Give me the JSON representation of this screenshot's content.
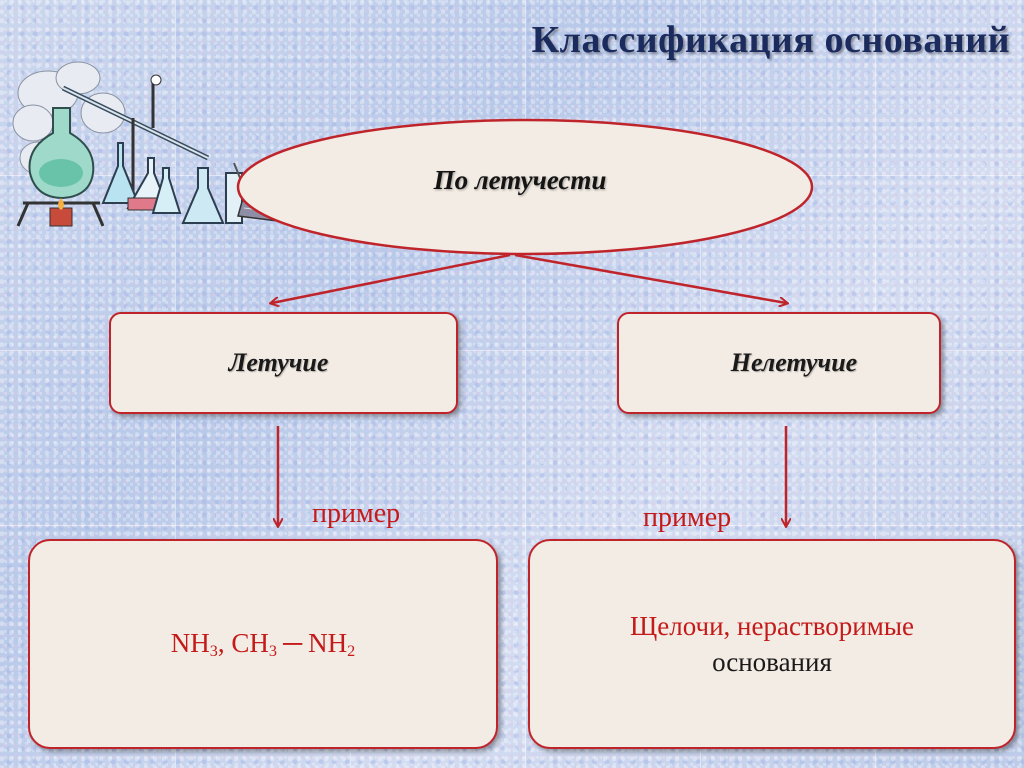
{
  "title": "Классификация  оснований",
  "root": {
    "label": "По летучести"
  },
  "categories": [
    {
      "label": "Летучие"
    },
    {
      "label": "Нелетучие"
    }
  ],
  "example_label": "пример",
  "examples": {
    "volatile": {
      "f1": {
        "base": "NH",
        "sub": "3"
      },
      "sep": ",",
      "f2": {
        "base": "CH",
        "sub": "3"
      },
      "dash": "─",
      "f3": {
        "base": "NH",
        "sub": "2"
      }
    },
    "nonvolatile": {
      "line1": "Щелочи, нерастворимые",
      "line2": "основания"
    }
  },
  "colors": {
    "accent": "#c0242b",
    "title": "#1c2b5e",
    "box_fill": "#f3ece4",
    "text_red": "#c41a1a"
  }
}
